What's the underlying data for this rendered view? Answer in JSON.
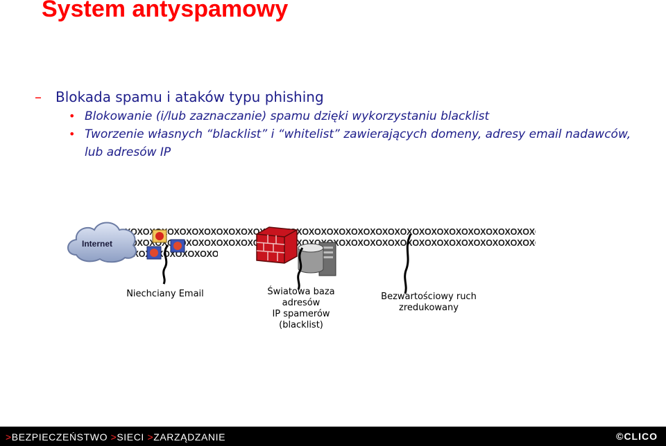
{
  "slide": {
    "title": "System antyspamowy",
    "level1": "Blokada spamu i ataków typu phishing",
    "bullets": [
      "Blokowanie (i/lub zaznaczanie) spamu dzięki wykorzystaniu blacklist",
      "Tworzenie własnych “blacklist” i “whitelist” zawierających domeny, adresy email nadawców, lub adresów IP"
    ]
  },
  "diagram": {
    "cloud_label": "Internet",
    "traffic_rows": [
      "XOXOXOXOXOXOXOXOXOXOXOXOXOXOXOXOXOXOXOXOXOXOXOXOXOXOXOXOXOXOXOXOXOXOXOXOXOXO",
      "XOXOXOXOXOXOXOXOXOXOXOXOXOXOXOXOXOXOXOXOXOXOXOXOXOXOXOXOXOXOXOXOXOXOXOXOXOXO",
      "XOXOXOXOXOXOXOXOXOXOX"
    ],
    "captions": {
      "unwanted": "Niechciany Email",
      "blacklist": [
        "Światowa baza",
        "adresów",
        "IP spamerów",
        "(blacklist)"
      ],
      "worthless": [
        "Bezwartościowy ruch",
        "zredukowany"
      ]
    },
    "colors": {
      "firewall": "#c8141e",
      "cloud": "#a9b7d6",
      "server": "#8c8c8c"
    }
  },
  "footer": {
    "items": [
      "BEZPIECZEŃSTWO",
      "SIECI",
      "ZARZĄDZANIE"
    ],
    "separator": ">",
    "brand": "©CLICO"
  }
}
